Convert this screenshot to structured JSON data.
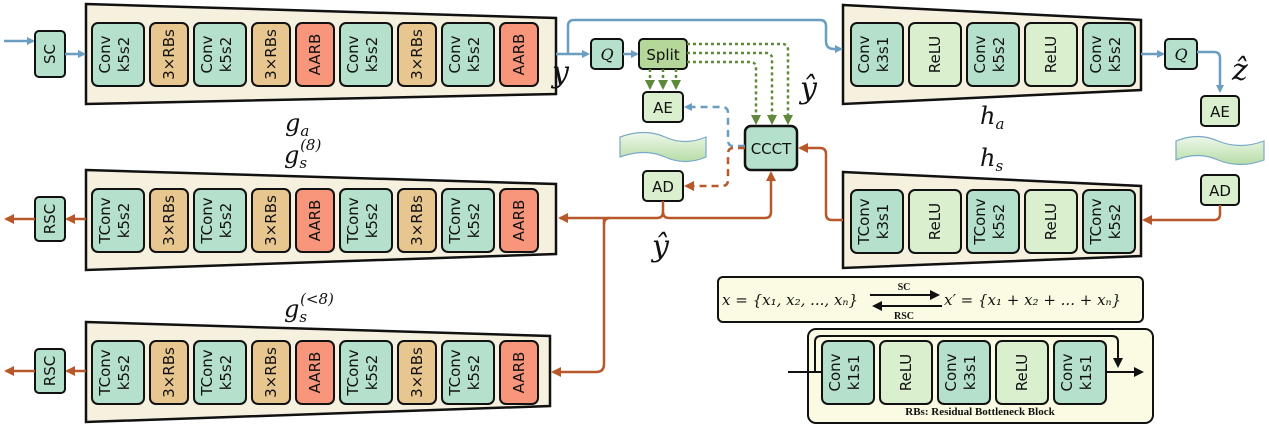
{
  "colors": {
    "conv": "#b5e0cb",
    "rbs": "#e8c690",
    "aarb": "#f7967a",
    "relu": "#d9efce",
    "small_box": "#b5e0cb",
    "coder_box": "#d9efce",
    "split_box": "#b5d89a",
    "trapezoid_fill": "#f6f1df",
    "encoder_arrow": "#6a9ec0",
    "decoder_arrow": "#b8582a",
    "split_arrow": "#5e8a3a",
    "legend_fill": "#fbfbe3"
  },
  "ga": {
    "label_main": "g",
    "label_sub": "a",
    "input_box": "SC",
    "blocks": [
      {
        "l1": "Conv",
        "l2": "k5s2",
        "type": "conv"
      },
      {
        "l1": "3×RBs",
        "l2": "",
        "type": "rbs"
      },
      {
        "l1": "Conv",
        "l2": "k5s2",
        "type": "conv"
      },
      {
        "l1": "3×RBs",
        "l2": "",
        "type": "rbs"
      },
      {
        "l1": "AARB",
        "l2": "",
        "type": "aarb"
      },
      {
        "l1": "Conv",
        "l2": "k5s2",
        "type": "conv"
      },
      {
        "l1": "3×RBs",
        "l2": "",
        "type": "rbs"
      },
      {
        "l1": "Conv",
        "l2": "k5s2",
        "type": "conv"
      },
      {
        "l1": "AARB",
        "l2": "",
        "type": "aarb"
      }
    ],
    "output_symbol": "y"
  },
  "gs8": {
    "label_main": "g",
    "label_sub": "s",
    "label_sup": "(8)",
    "output_box": "RSC",
    "blocks": [
      {
        "l1": "TConv",
        "l2": "k5s2",
        "type": "conv"
      },
      {
        "l1": "3×RBs",
        "l2": "",
        "type": "rbs"
      },
      {
        "l1": "TConv",
        "l2": "k5s2",
        "type": "conv"
      },
      {
        "l1": "3×RBs",
        "l2": "",
        "type": "rbs"
      },
      {
        "l1": "AARB",
        "l2": "",
        "type": "aarb"
      },
      {
        "l1": "TConv",
        "l2": "k5s2",
        "type": "conv"
      },
      {
        "l1": "3×RBs",
        "l2": "",
        "type": "rbs"
      },
      {
        "l1": "TConv",
        "l2": "k5s2",
        "type": "conv"
      },
      {
        "l1": "AARB",
        "l2": "",
        "type": "aarb"
      }
    ]
  },
  "gs_lt8": {
    "label_main": "g",
    "label_sub": "s",
    "label_sup": "(<8)",
    "output_box": "RSC",
    "blocks": [
      {
        "l1": "TConv",
        "l2": "k5s2",
        "type": "conv"
      },
      {
        "l1": "3×RBs",
        "l2": "",
        "type": "rbs"
      },
      {
        "l1": "TConv",
        "l2": "k5s2",
        "type": "conv"
      },
      {
        "l1": "3×RBs",
        "l2": "",
        "type": "rbs"
      },
      {
        "l1": "AARB",
        "l2": "",
        "type": "aarb"
      },
      {
        "l1": "TConv",
        "l2": "k5s2",
        "type": "conv"
      },
      {
        "l1": "3×RBs",
        "l2": "",
        "type": "rbs"
      },
      {
        "l1": "TConv",
        "l2": "k5s2",
        "type": "conv"
      },
      {
        "l1": "AARB",
        "l2": "",
        "type": "aarb"
      }
    ]
  },
  "ha": {
    "label_main": "h",
    "label_sub": "a",
    "blocks": [
      {
        "l1": "Conv",
        "l2": "k3s1",
        "type": "conv"
      },
      {
        "l1": "ReLU",
        "l2": "",
        "type": "relu"
      },
      {
        "l1": "Conv",
        "l2": "k5s2",
        "type": "conv"
      },
      {
        "l1": "ReLU",
        "l2": "",
        "type": "relu"
      },
      {
        "l1": "Conv",
        "l2": "k5s2",
        "type": "conv"
      }
    ],
    "quant_box": "Q",
    "output_symbol": "ẑ"
  },
  "hs": {
    "label_main": "h",
    "label_sub": "s",
    "blocks": [
      {
        "l1": "TConv",
        "l2": "k3s1",
        "type": "conv"
      },
      {
        "l1": "ReLU",
        "l2": "",
        "type": "relu"
      },
      {
        "l1": "TConv",
        "l2": "k5s2",
        "type": "conv"
      },
      {
        "l1": "ReLU",
        "l2": "",
        "type": "relu"
      },
      {
        "l1": "TConv",
        "l2": "k5s2",
        "type": "conv"
      }
    ]
  },
  "center": {
    "quant_box": "Q",
    "split_box": "Split",
    "ae_box": "AE",
    "ad_box": "AD",
    "ccct_box": "CCCT",
    "y_hat_symbol": "ŷ",
    "y_hat_bottom_symbol": "ŷ"
  },
  "hyper_coder": {
    "ae_box": "AE",
    "ad_box": "AD"
  },
  "sc_legend": {
    "lhs": "x = {x₁, x₂, ..., xₙ}",
    "rhs": "x′ = {x₁ + x₂ + ... + xₙ}",
    "top_arrow_label": "SC",
    "bottom_arrow_label": "RSC"
  },
  "rb_legend": {
    "blocks": [
      {
        "l1": "Conv",
        "l2": "k1s1",
        "type": "conv"
      },
      {
        "l1": "ReLU",
        "l2": "",
        "type": "relu"
      },
      {
        "l1": "Conv",
        "l2": "k3s1",
        "type": "conv"
      },
      {
        "l1": "ReLU",
        "l2": "",
        "type": "relu"
      },
      {
        "l1": "Conv",
        "l2": "k1s1",
        "type": "conv"
      }
    ],
    "caption": "RBs: Residual Bottleneck Block"
  }
}
